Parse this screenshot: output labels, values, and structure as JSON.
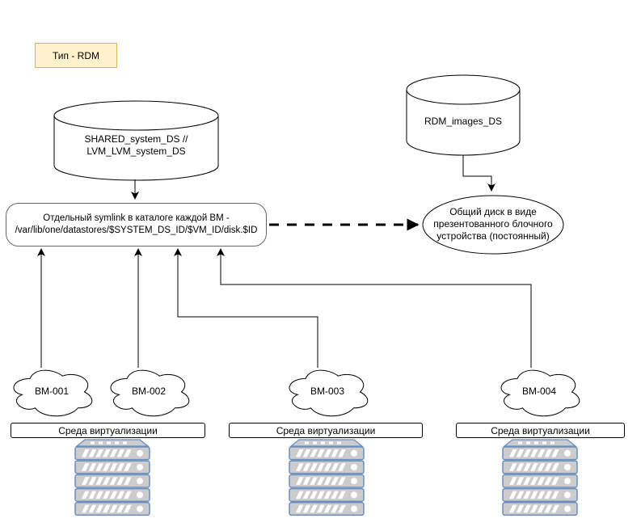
{
  "note": {
    "label": "Тип - RDM"
  },
  "datastores": {
    "shared": {
      "line1": "SHARED_system_DS //",
      "line2": "LVM_LVM_system_DS"
    },
    "rdm_images": {
      "label": "RDM_images_DS"
    }
  },
  "symlink": {
    "line1": "Отдельный symlink в каталоге каждой ВМ -",
    "line2": "/var/lib/one/datastores/$SYSTEM_DS_ID/$VM_ID/disk.$ID"
  },
  "shared_disk": {
    "line1": "Общий диск в виде",
    "line2": "презентованного блочного",
    "line3": "устройства (постоянный)"
  },
  "hosts": [
    {
      "label": "BM-001"
    },
    {
      "label": "BM-002"
    },
    {
      "label": "BM-003"
    },
    {
      "label": "BM-004"
    }
  ],
  "environments": [
    {
      "label": "Среда виртуализации"
    },
    {
      "label": "Среда виртуализации"
    },
    {
      "label": "Среда виртуализации"
    }
  ],
  "colors": {
    "background": "#FFFFFF",
    "note_fill": "#FFF2CC",
    "note_border": "#D6B656",
    "shape_border": "#000000",
    "symlink_border": "#666666",
    "rack_border": "#6C8EBF",
    "rack_fill": "#CCCCCC",
    "edge_color": "#000000"
  }
}
